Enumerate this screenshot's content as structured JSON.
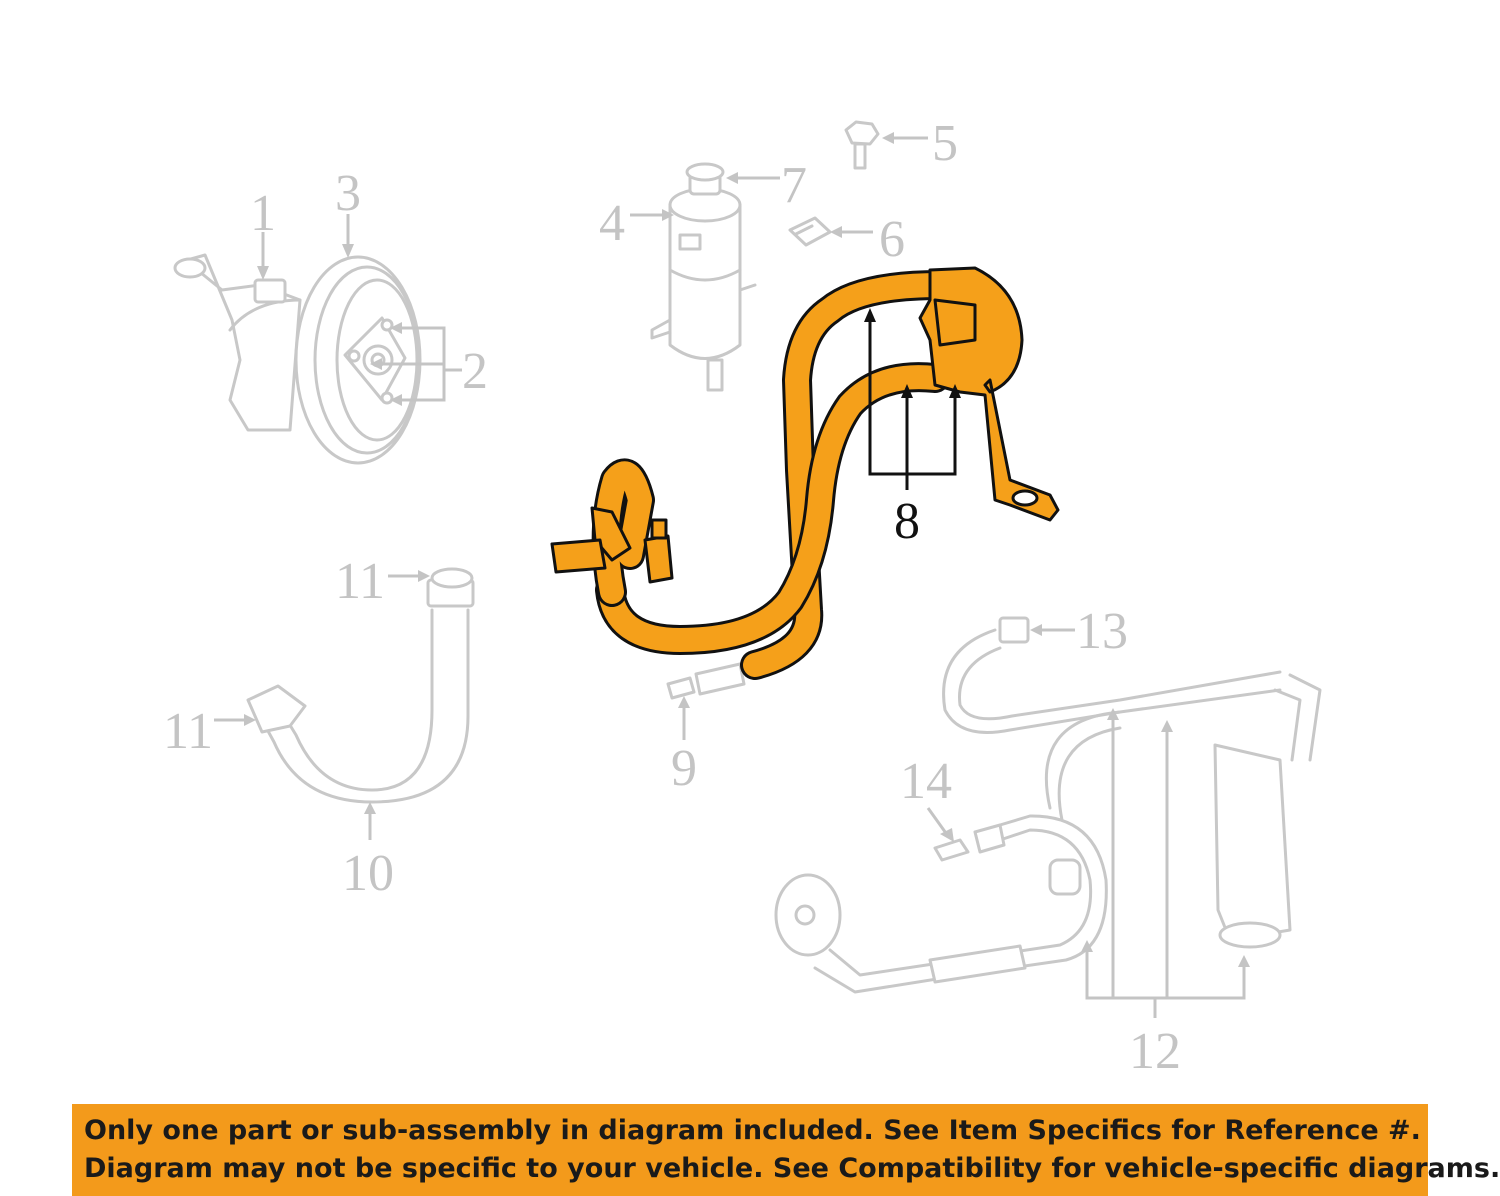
{
  "diagram": {
    "callouts": [
      "1",
      "2",
      "3",
      "4",
      "5",
      "6",
      "7",
      "8",
      "9",
      "10",
      "11",
      "11",
      "12",
      "13",
      "14"
    ],
    "highlighted_callout": "8",
    "highlight_color": "#f5a01a",
    "ghost_color": "#c8c8c8"
  },
  "notice": {
    "background": "#f39a1b",
    "line1": "Only one part or sub-assembly in diagram included. See Item Specifics for Reference #.",
    "line2": "Diagram may not be specific to your vehicle. See Compatibility for vehicle-specific diagrams."
  }
}
